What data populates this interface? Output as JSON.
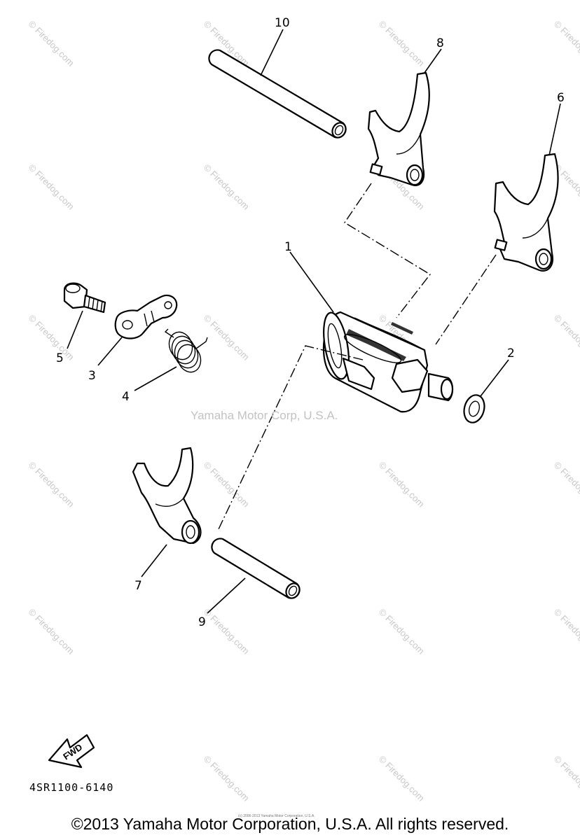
{
  "callouts": {
    "c1": "1",
    "c2": "2",
    "c3": "3",
    "c4": "4",
    "c5": "5",
    "c6": "6",
    "c7": "7",
    "c8": "8",
    "c9": "9",
    "c10": "10"
  },
  "watermark_site": "© Firedog.com",
  "watermark_center": "Yamaha Motor Corp, U.S.A.",
  "direction_label": "FWD",
  "part_code": "4SR1100-6140",
  "tiny_copyright": "(c) 2006-2013 Yamaha Motor Corporation, U.S.A.",
  "copyright": "©2013 Yamaha Motor Corporation, U.S.A. All rights reserved.",
  "colors": {
    "line": "#000000",
    "watermark": "#c8c8c8",
    "background": "#ffffff"
  }
}
